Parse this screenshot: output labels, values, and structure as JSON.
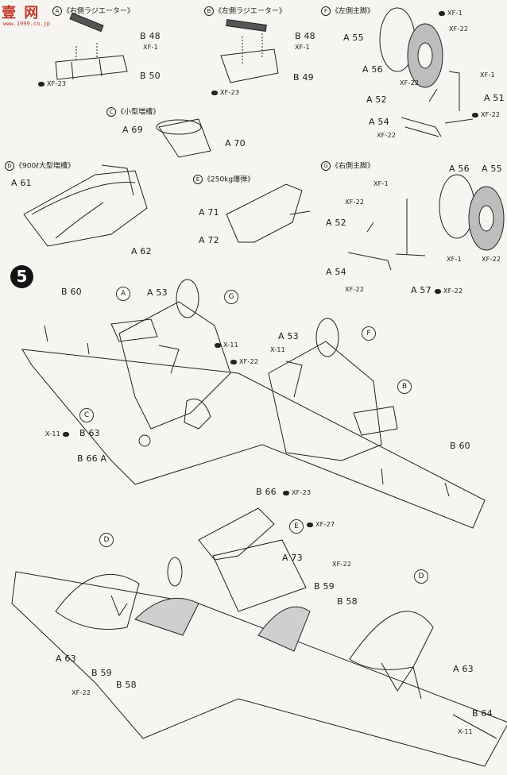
{
  "watermark": {
    "site": "壹 网",
    "url": "www.1999.co.jp"
  },
  "step_number": "5",
  "headers": {
    "A": {
      "letter": "A",
      "text": "《右側ラジエーター》"
    },
    "B": {
      "letter": "B",
      "text": "《左側ラジエーター》"
    },
    "F": {
      "letter": "F",
      "text": "《左側主脚》"
    },
    "C": {
      "letter": "C",
      "text": "《小型増槽》"
    },
    "D": {
      "letter": "D",
      "text": "《900ℓ大型増槽》"
    },
    "E": {
      "letter": "E",
      "text": "《250kg爆弾》"
    },
    "G": {
      "letter": "G",
      "text": "《右側主脚》"
    }
  },
  "callouts": {
    "A": "A",
    "B": "B",
    "C": "C",
    "D": "D",
    "E": "E",
    "F": "F",
    "G": "G"
  },
  "labels": {
    "a_b48": "B 48",
    "a_b48_xf": "XF-1",
    "a_b50": "B 50",
    "a_xf23": "XF-23",
    "b_b48": "B 48",
    "b_b48_xf": "XF-1",
    "b_b49": "B 49",
    "b_xf23": "XF-23",
    "f_xf1": "XF-1",
    "f_a55": "A 55",
    "f_xf22a": "XF-22",
    "f_a56": "A 56",
    "f_xf22b": "XF-22",
    "f_xf1b": "XF-1",
    "f_a52": "A 52",
    "f_a51": "A 51",
    "f_xf22c": "XF-22",
    "f_a54": "A 54",
    "f_xf22d": "XF-22",
    "c_a69": "A 69",
    "c_a70": "A 70",
    "d_a61": "A 61",
    "d_a62": "A 62",
    "e_a71": "A 71",
    "e_a72": "A 72",
    "g_a56": "A 56",
    "g_a55": "A 55",
    "g_xf1": "XF-1",
    "g_xf22a": "XF-22",
    "g_a52": "A 52",
    "g_xf1b": "XF-1",
    "g_xf22b": "XF-22",
    "g_a54": "A 54",
    "g_xf22c": "XF-22",
    "g_a57": "A 57",
    "g_xf22d": "XF-22",
    "s_b60a": "B 60",
    "s_a53a": "A 53",
    "s_x11a": "X-11",
    "s_xf22a": "XF-22",
    "s_a53b": "A 53",
    "s_x11b": "X-11",
    "s_x11c": "X-11",
    "s_b63": "B 63",
    "s_b66a": "B 66 A",
    "s_b66": "B 66",
    "s_xf23": "XF-23",
    "s_b60b": "B 60",
    "l_xf27": "XF-27",
    "l_a73": "A 73",
    "l_xf22a": "XF-22",
    "l_b59a": "B 59",
    "l_b58a": "B 58",
    "l_a63a": "A 63",
    "l_b59b": "B 59",
    "l_b58b": "B 58",
    "l_xf22b": "XF-22",
    "l_a63b": "A 63",
    "l_b64": "B 64",
    "l_x11": "X-11"
  },
  "colors": {
    "ink": "#1b1b1b",
    "paper": "#f6f5f1",
    "watermark": "#c0392b"
  }
}
